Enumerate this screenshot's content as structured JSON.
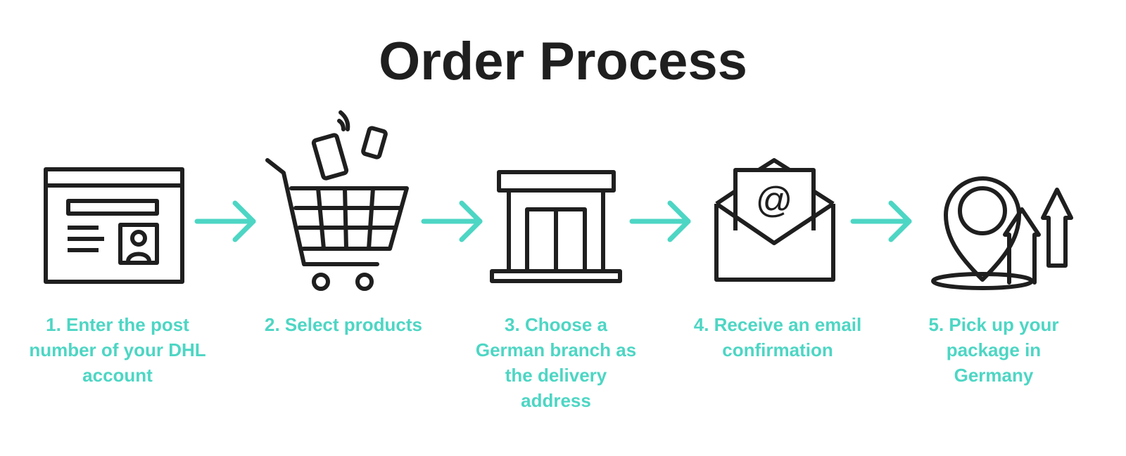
{
  "title": "Order Process",
  "accent_color": "#4dd6c4",
  "icon_color": "#1f1f1f",
  "steps": [
    {
      "icon": "account-form-icon",
      "line1": "1. Enter the post",
      "line2": "number of your DHL",
      "line3": "account",
      "line4": ""
    },
    {
      "icon": "shopping-cart-icon",
      "line1": "2. Select products",
      "line2": "",
      "line3": "",
      "line4": ""
    },
    {
      "icon": "branch-building-icon",
      "line1": "3. Choose a",
      "line2": "German branch as",
      "line3": "the delivery",
      "line4": "address"
    },
    {
      "icon": "email-envelope-icon",
      "line1": "4. Receive an email",
      "line2": "confirmation",
      "line3": "",
      "line4": ""
    },
    {
      "icon": "map-pin-pickup-icon",
      "line1": "5. Pick up your",
      "line2": "package in",
      "line3": "Germany",
      "line4": ""
    }
  ]
}
